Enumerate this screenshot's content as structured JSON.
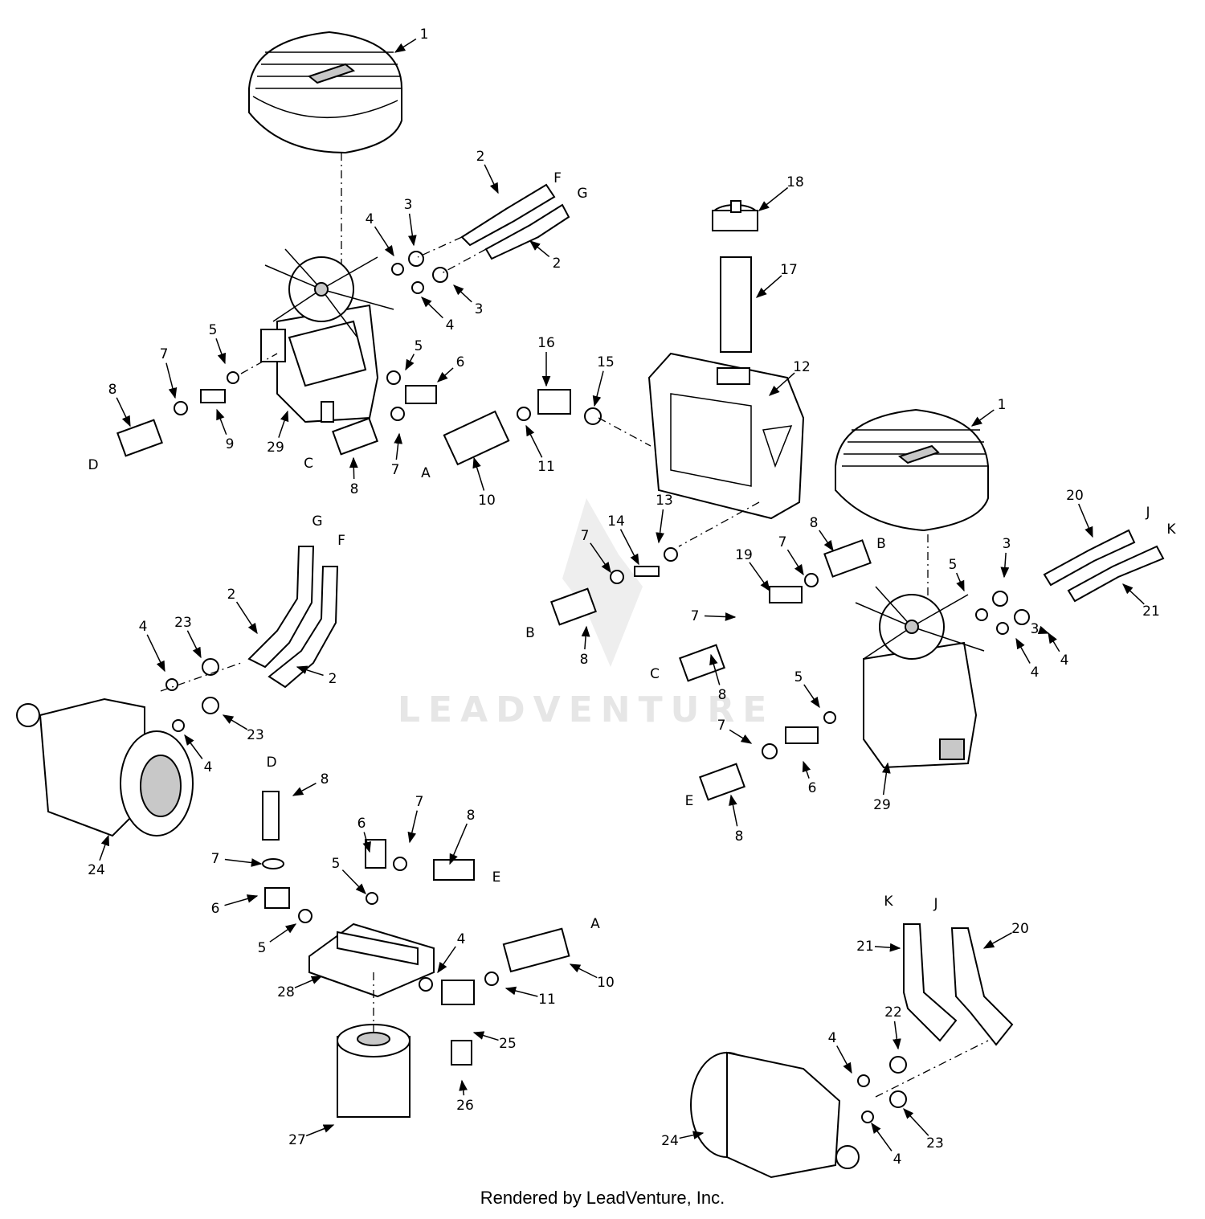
{
  "footer": {
    "credit": "Rendered by LeadVenture, Inc."
  },
  "watermark": {
    "text": "LEADVENTURE"
  },
  "callouts": [
    {
      "text": "1"
    },
    {
      "text": "2"
    },
    {
      "text": "F"
    },
    {
      "text": "G"
    },
    {
      "text": "2"
    },
    {
      "text": "3"
    },
    {
      "text": "4"
    },
    {
      "text": "3"
    },
    {
      "text": "4"
    },
    {
      "text": "5"
    },
    {
      "text": "6"
    },
    {
      "text": "16"
    },
    {
      "text": "15"
    },
    {
      "text": "5"
    },
    {
      "text": "7"
    },
    {
      "text": "8"
    },
    {
      "text": "D"
    },
    {
      "text": "9"
    },
    {
      "text": "29"
    },
    {
      "text": "C"
    },
    {
      "text": "8"
    },
    {
      "text": "7"
    },
    {
      "text": "A"
    },
    {
      "text": "10"
    },
    {
      "text": "11"
    },
    {
      "text": "18"
    },
    {
      "text": "17"
    },
    {
      "text": "12"
    },
    {
      "text": "1"
    },
    {
      "text": "13"
    },
    {
      "text": "14"
    },
    {
      "text": "7"
    },
    {
      "text": "B"
    },
    {
      "text": "8"
    },
    {
      "text": "19"
    },
    {
      "text": "7"
    },
    {
      "text": "8"
    },
    {
      "text": "B"
    },
    {
      "text": "7"
    },
    {
      "text": "C"
    },
    {
      "text": "8"
    },
    {
      "text": "5"
    },
    {
      "text": "5"
    },
    {
      "text": "7"
    },
    {
      "text": "6"
    },
    {
      "text": "E"
    },
    {
      "text": "8"
    },
    {
      "text": "29"
    },
    {
      "text": "20"
    },
    {
      "text": "J"
    },
    {
      "text": "K"
    },
    {
      "text": "3"
    },
    {
      "text": "4"
    },
    {
      "text": "21"
    },
    {
      "text": "4"
    },
    {
      "text": "3"
    },
    {
      "text": "G"
    },
    {
      "text": "F"
    },
    {
      "text": "2"
    },
    {
      "text": "23"
    },
    {
      "text": "4"
    },
    {
      "text": "2"
    },
    {
      "text": "23"
    },
    {
      "text": "4"
    },
    {
      "text": "24"
    },
    {
      "text": "D"
    },
    {
      "text": "8"
    },
    {
      "text": "7"
    },
    {
      "text": "6"
    },
    {
      "text": "5"
    },
    {
      "text": "6"
    },
    {
      "text": "7"
    },
    {
      "text": "8"
    },
    {
      "text": "5"
    },
    {
      "text": "E"
    },
    {
      "text": "A"
    },
    {
      "text": "4"
    },
    {
      "text": "10"
    },
    {
      "text": "28"
    },
    {
      "text": "11"
    },
    {
      "text": "25"
    },
    {
      "text": "26"
    },
    {
      "text": "27"
    },
    {
      "text": "K"
    },
    {
      "text": "J"
    },
    {
      "text": "21"
    },
    {
      "text": "20"
    },
    {
      "text": "22"
    },
    {
      "text": "4"
    },
    {
      "text": "23"
    },
    {
      "text": "4"
    },
    {
      "text": "24"
    }
  ]
}
